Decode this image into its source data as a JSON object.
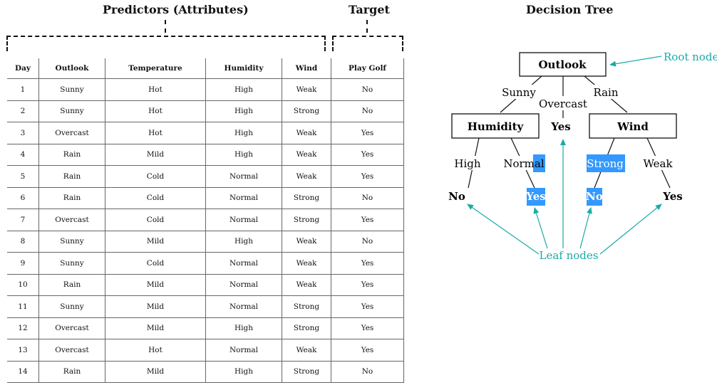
{
  "headers": {
    "predictors": "Predictors (Attributes)",
    "target": "Target",
    "decision_tree": "Decision Tree"
  },
  "table": {
    "columns": [
      "Day",
      "Outlook",
      "Temperature",
      "Humidity",
      "Wind",
      "Play Golf"
    ],
    "rows": [
      [
        "1",
        "Sunny",
        "Hot",
        "High",
        "Weak",
        "No"
      ],
      [
        "2",
        "Sunny",
        "Hot",
        "High",
        "Strong",
        "No"
      ],
      [
        "3",
        "Overcast",
        "Hot",
        "High",
        "Weak",
        "Yes"
      ],
      [
        "4",
        "Rain",
        "Mild",
        "High",
        "Weak",
        "Yes"
      ],
      [
        "5",
        "Rain",
        "Cold",
        "Normal",
        "Weak",
        "Yes"
      ],
      [
        "6",
        "Rain",
        "Cold",
        "Normal",
        "Strong",
        "No"
      ],
      [
        "7",
        "Overcast",
        "Cold",
        "Normal",
        "Strong",
        "Yes"
      ],
      [
        "8",
        "Sunny",
        "Mild",
        "High",
        "Weak",
        "No"
      ],
      [
        "9",
        "Sunny",
        "Cold",
        "Normal",
        "Weak",
        "Yes"
      ],
      [
        "10",
        "Rain",
        "Mild",
        "Normal",
        "Weak",
        "Yes"
      ],
      [
        "11",
        "Sunny",
        "Mild",
        "Normal",
        "Strong",
        "Yes"
      ],
      [
        "12",
        "Overcast",
        "Mild",
        "High",
        "Strong",
        "Yes"
      ],
      [
        "13",
        "Overcast",
        "Hot",
        "Normal",
        "Weak",
        "Yes"
      ],
      [
        "14",
        "Rain",
        "Mild",
        "High",
        "Strong",
        "No"
      ]
    ]
  },
  "tree": {
    "root": "Outlook",
    "root_edges": {
      "left": "Sunny",
      "middle": "Overcast",
      "right": "Rain"
    },
    "overcast_leaf": "Yes",
    "humidity": {
      "label": "Humidity",
      "edges": {
        "left": "High",
        "right": "Normal"
      },
      "leaves": {
        "left": "No",
        "right": "Yes"
      }
    },
    "wind": {
      "label": "Wind",
      "edges": {
        "left": "Strong",
        "right": "Weak"
      },
      "leaves": {
        "left": "No",
        "right": "Yes"
      }
    },
    "annotations": {
      "root": "Root node",
      "leaf": "Leaf nodes"
    }
  },
  "colors": {
    "annotation": "#1aaaaa",
    "highlight": "#3399ff"
  }
}
